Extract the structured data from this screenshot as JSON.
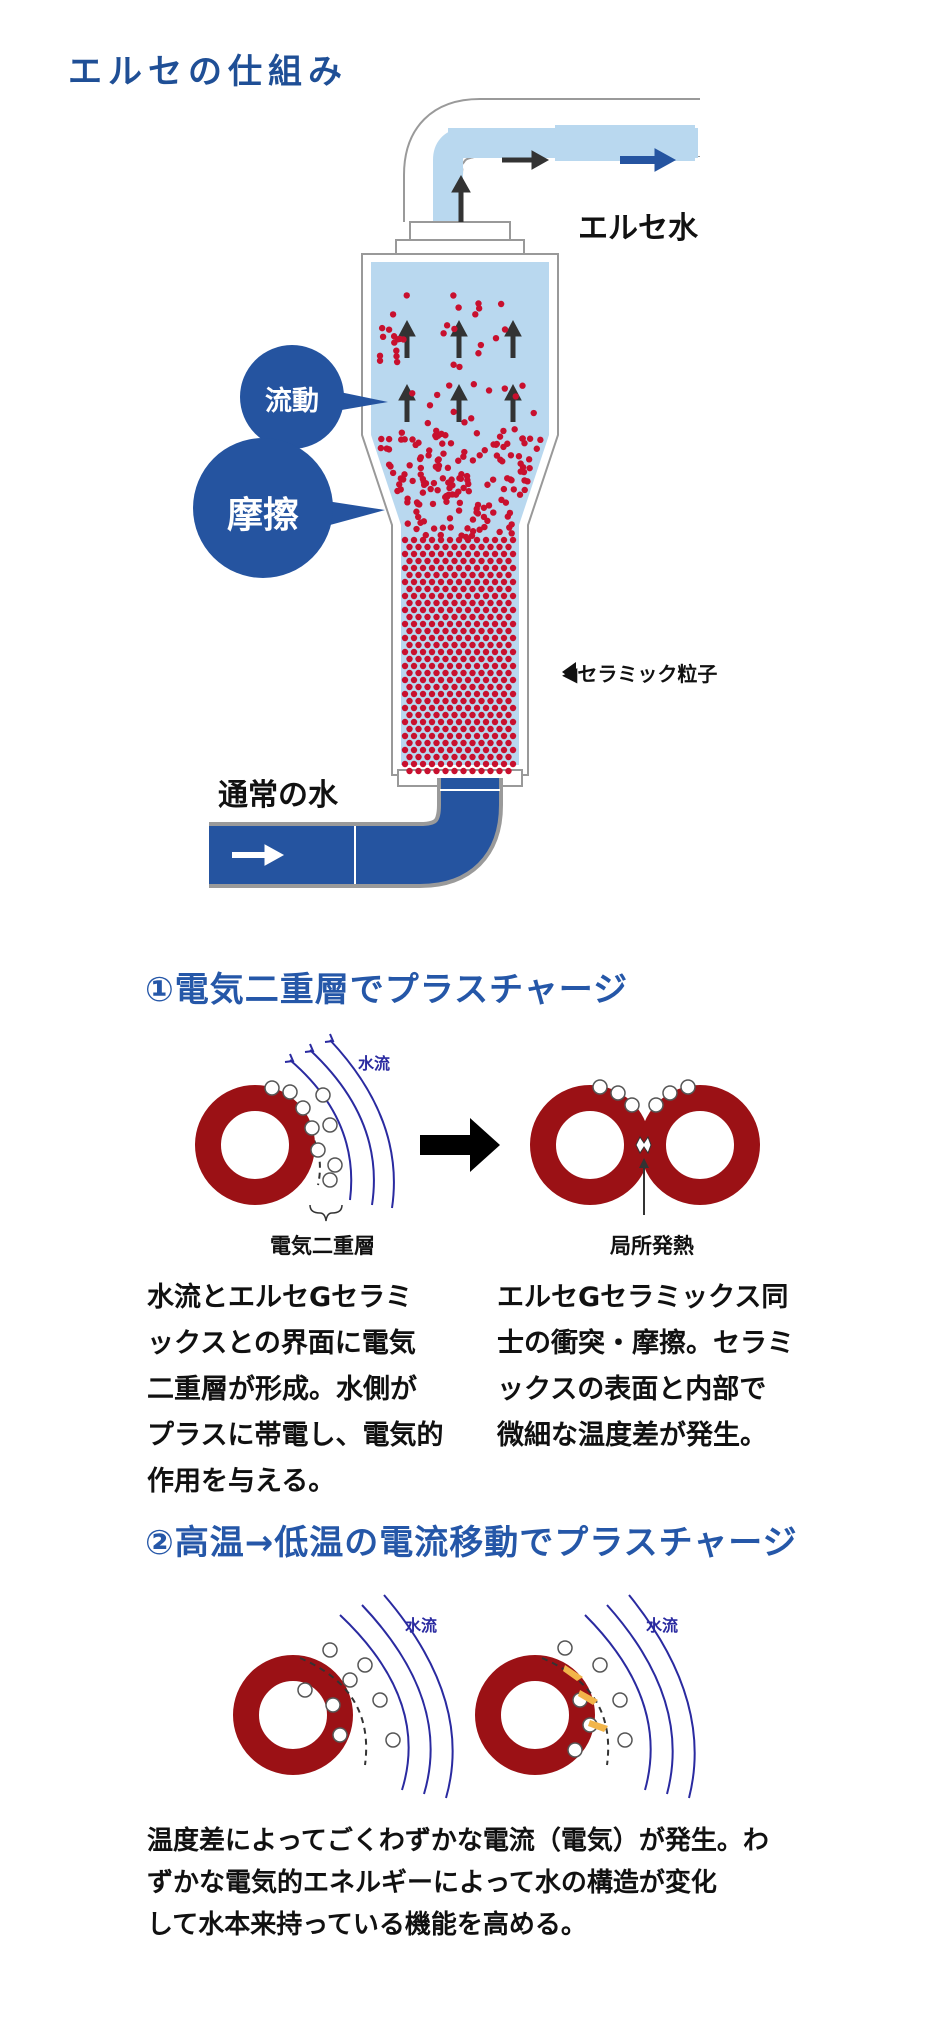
{
  "page_title": "エルセの仕組み",
  "diagram": {
    "output_label": "エルセ水",
    "input_label": "通常の水",
    "bubble_flow": "流動",
    "bubble_friction": "摩擦",
    "particle_label": "◀セラミック粒子"
  },
  "section1": {
    "title": "①電気二重層でプラスチャージ",
    "water_flow_label": "水流",
    "left_caption": "電気二重層",
    "right_caption": "局所発熱",
    "left_text": [
      "水流とエルセGセラミ",
      "ックスとの界面に電気",
      "二重層が形成。水側が",
      "プラスに帯電し、電気的",
      "作用を与える。"
    ],
    "right_text": [
      "エルセGセラミックス同",
      "士の衝突・摩擦。セラミ",
      "ックスの表面と内部で",
      "微細な温度差が発生。"
    ]
  },
  "section2": {
    "title": "②高温→低温の電流移動でプラスチャージ",
    "water_flow_label_left": "水流",
    "water_flow_label_right": "水流",
    "text": [
      "温度差によってごくわずかな電流（電気）が発生。わ",
      "ずかな電気的エネルギーによって水の構造が変化",
      "して水本来持っている機能を高める。"
    ]
  },
  "colors": {
    "brand_blue": "#1f4f96",
    "light_water": "#b9d8ef",
    "deep_water": "#2554a0",
    "particle_red": "#c8102e",
    "ring_red": "#9b1115"
  }
}
